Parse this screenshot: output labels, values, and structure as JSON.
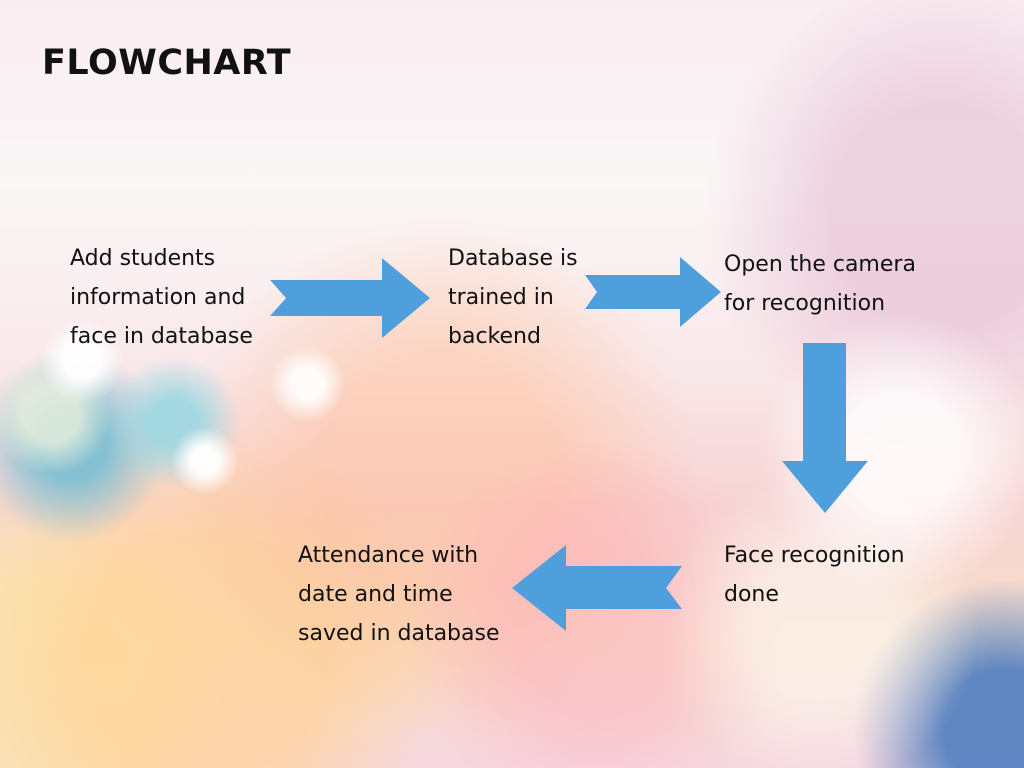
{
  "title": "FLOWCHART",
  "colors": {
    "arrow": "#4f9fdc",
    "text": "#111111"
  },
  "steps": [
    {
      "label": "Add students\ninformation and\nface in database"
    },
    {
      "label": "Database is\ntrained in\nbackend"
    },
    {
      "label": "Open the camera\nfor recognition"
    },
    {
      "label": "Face recognition\ndone"
    },
    {
      "label": "Attendance with\ndate and time\nsaved in database"
    }
  ],
  "arrows": [
    {
      "from": 1,
      "to": 2,
      "direction": "right"
    },
    {
      "from": 2,
      "to": 3,
      "direction": "right"
    },
    {
      "from": 3,
      "to": 4,
      "direction": "down"
    },
    {
      "from": 4,
      "to": 5,
      "direction": "left"
    }
  ]
}
